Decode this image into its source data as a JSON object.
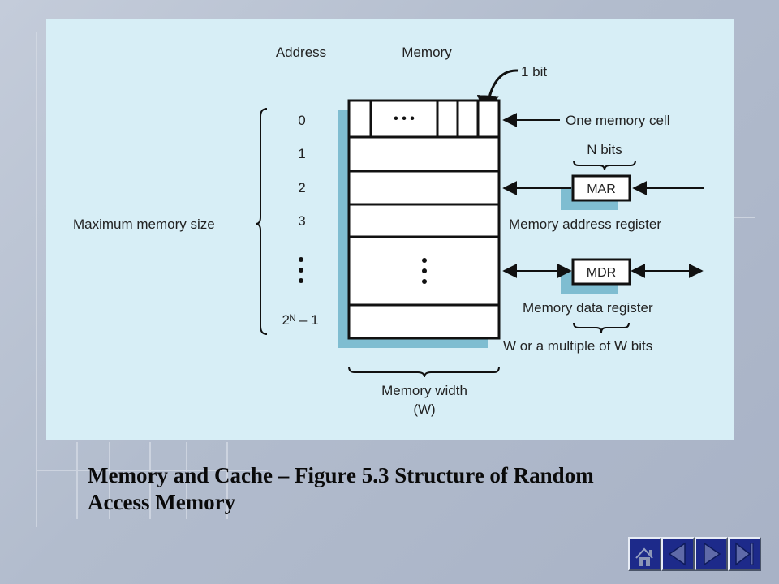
{
  "diagram": {
    "header_address": "Address",
    "header_memory": "Memory",
    "label_1bit": "1 bit",
    "cell_dots": "• • •",
    "addresses": [
      "0",
      "1",
      "2",
      "3"
    ],
    "address_last": "2ᴺ – 1",
    "label_max_size": "Maximum memory size",
    "label_one_cell": "One memory cell",
    "label_nbits": "N bits",
    "mar_label": "MAR",
    "mar_caption": "Memory address register",
    "mdr_label": "MDR",
    "mdr_caption": "Memory data register",
    "label_wbits": "W or a multiple of W bits",
    "label_width": "Memory width",
    "label_width_sym": "(W)"
  },
  "caption": {
    "line1": "Memory and Cache – Figure 5.3  Structure of Random",
    "line2": "Access Memory"
  },
  "nav": {
    "buttons": [
      "home-icon",
      "first-slide-icon",
      "previous-slide-icon",
      "next-slide-icon",
      "last-slide-icon"
    ]
  },
  "colors": {
    "panel": "#d7eef6",
    "shadow": "#7fbdd1",
    "nav_button": "#1d2a8a"
  }
}
